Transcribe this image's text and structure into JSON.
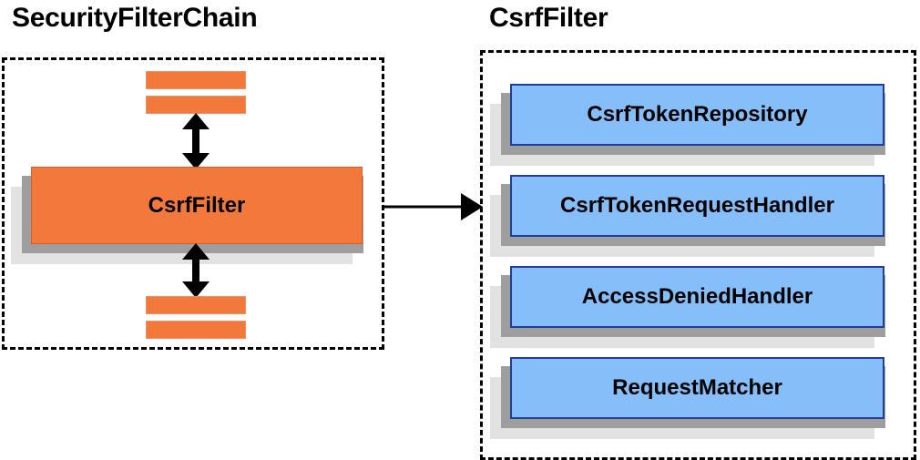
{
  "diagram": {
    "type": "component-relationship-diagram",
    "title_left": "SecurityFilterChain",
    "title_right": "CsrfFilter",
    "left_panel": {
      "label": "SecurityFilterChain",
      "main_box": {
        "label": "CsrfFilter",
        "color": "#F2783C"
      },
      "filters_above_count": 2,
      "filters_below_count": 2,
      "arrow_above": "double-headed-vertical-arrow",
      "arrow_below": "double-headed-vertical-arrow"
    },
    "right_panel": {
      "label": "CsrfFilter",
      "collaborators": [
        {
          "label": "CsrfTokenRepository",
          "color": "#85BEF8"
        },
        {
          "label": "CsrfTokenRequestHandler",
          "color": "#85BEF8"
        },
        {
          "label": "AccessDeniedHandler",
          "color": "#85BEF8"
        },
        {
          "label": "RequestMatcher",
          "color": "#85BEF8"
        }
      ]
    },
    "connector": {
      "kind": "single-headed-horizontal-arrow",
      "from": "SecurityFilterChain",
      "to": "CsrfFilter"
    },
    "colors": {
      "orange_fill": "#F2783C",
      "orange_border": "#E0592B",
      "blue_fill": "#85BEF8",
      "blue_border": "#1F3C9E",
      "shadow_dark": "#9E9E9E",
      "shadow_light": "#E2E2E2",
      "outline": "#000000",
      "background": "#FFFFFF"
    }
  }
}
